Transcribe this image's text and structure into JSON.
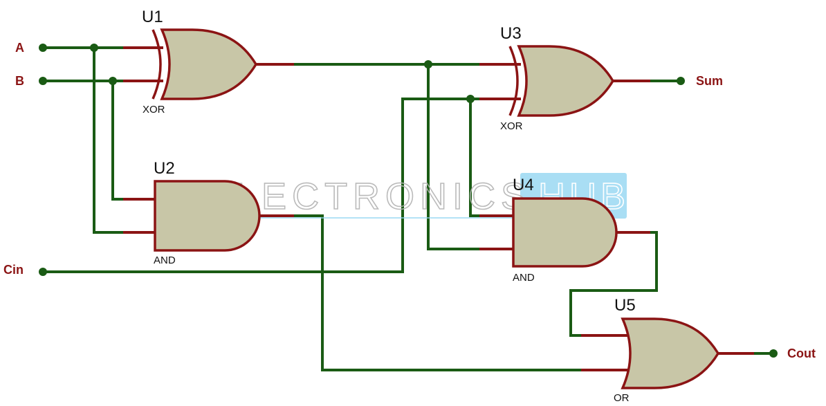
{
  "signals": {
    "a": "A",
    "b": "B",
    "cin": "Cin",
    "sum": "Sum",
    "cout": "Cout"
  },
  "gates": {
    "u1": {
      "ref": "U1",
      "type": "XOR"
    },
    "u2": {
      "ref": "U2",
      "type": "AND"
    },
    "u3": {
      "ref": "U3",
      "type": "XOR"
    },
    "u4": {
      "ref": "U4",
      "type": "AND"
    },
    "u5": {
      "ref": "U5",
      "type": "OR"
    }
  },
  "watermark": {
    "text": "ELECTRONICS",
    "badge": "HUB",
    "badge_color": "#8fd3f1"
  },
  "colors": {
    "wire": "#1a5b14",
    "pin": "#8b1414",
    "gate_fill": "#c8c6a7",
    "label": "#8b1414"
  }
}
